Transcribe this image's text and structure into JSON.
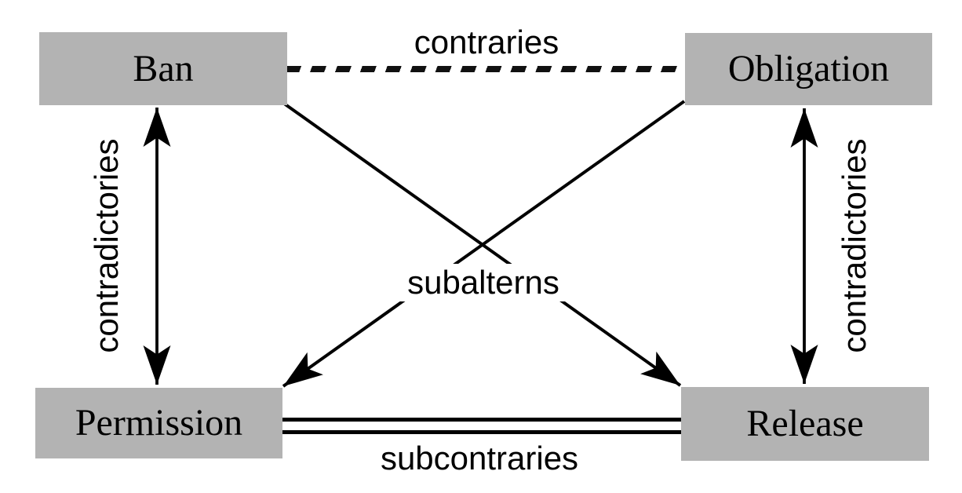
{
  "diagram": {
    "type": "square-of-opposition",
    "background": "#ffffff",
    "node_fill": "#b3b3b3",
    "line_color": "#000000",
    "nodes": {
      "top_left": "Ban",
      "top_right": "Obligation",
      "bottom_left": "Permission",
      "bottom_right": "Release"
    },
    "relations": {
      "top": {
        "label": "contraries",
        "style": "slanted-dashed-line",
        "between": [
          "Ban",
          "Obligation"
        ]
      },
      "left": {
        "label": "contradictories",
        "style": "double-headed-arrow",
        "between": [
          "Ban",
          "Permission"
        ]
      },
      "right": {
        "label": "contradictories",
        "style": "double-headed-arrow",
        "between": [
          "Obligation",
          "Release"
        ]
      },
      "center": {
        "label": "subalterns",
        "style": "crossing-diagonal-arrows",
        "between": [
          "Ban→Release",
          "Obligation→Permission"
        ]
      },
      "bottom": {
        "label": "subcontraries",
        "style": "double-line",
        "between": [
          "Permission",
          "Release"
        ]
      }
    }
  }
}
